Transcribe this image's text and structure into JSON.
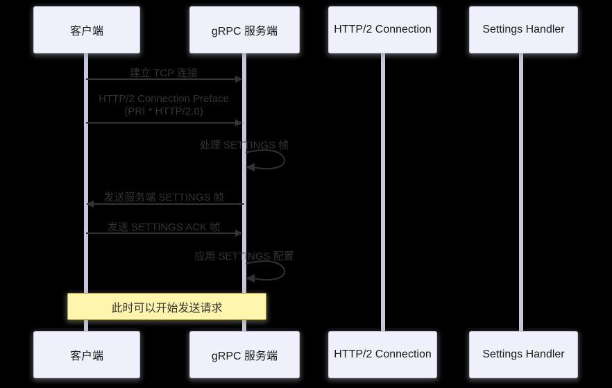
{
  "diagram": {
    "type": "sequence",
    "participants": [
      {
        "id": "client",
        "label": "客户端"
      },
      {
        "id": "grpc-server",
        "label": "gRPC 服务端"
      },
      {
        "id": "http2-connection",
        "label": "HTTP/2 Connection"
      },
      {
        "id": "settings-handler",
        "label": "Settings Handler"
      }
    ],
    "messages": [
      {
        "from": "客户端",
        "to": "gRPC 服务端",
        "label": "建立 TCP 连接",
        "style": "solid-arrow"
      },
      {
        "from": "客户端",
        "to": "gRPC 服务端",
        "label": "HTTP/2 Connection Preface",
        "label2": "(PRI * HTTP/2.0)",
        "style": "solid-arrow"
      },
      {
        "from": "gRPC 服务端",
        "to": "gRPC 服务端",
        "label": "处理 SETTINGS 帧",
        "style": "self-loop"
      },
      {
        "from": "gRPC 服务端",
        "to": "客户端",
        "label": "发送服务端 SETTINGS 帧",
        "style": "solid-arrow"
      },
      {
        "from": "客户端",
        "to": "gRPC 服务端",
        "label": "发送 SETTINGS ACK 帧",
        "style": "solid-arrow"
      },
      {
        "from": "gRPC 服务端",
        "to": "gRPC 服务端",
        "label": "应用 SETTINGS 配置",
        "style": "self-loop"
      }
    ],
    "note": {
      "over": "客户端, gRPC 服务端",
      "label": "此时可以开始发送请求"
    },
    "colors": {
      "background": "#000000",
      "participant_fill": "#f0f0fb",
      "participant_border": "#c3c3e6",
      "lifeline": "#c7c7da",
      "message_text": "#333333",
      "arrow": "#333333",
      "note_fill": "#fff5ad",
      "note_border": "#aaaa33"
    }
  }
}
